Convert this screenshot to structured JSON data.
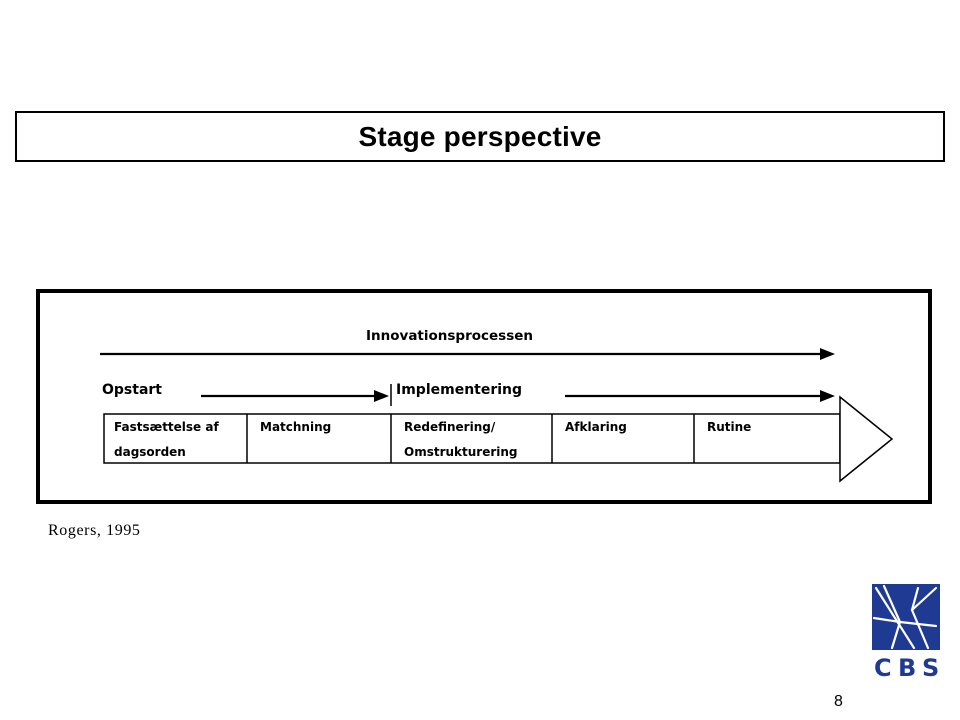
{
  "slide": {
    "title": "Stage perspective",
    "citation": "Rogers, 1995",
    "page_number": "8"
  },
  "diagram": {
    "process_label": "Innovationsprocessen",
    "phases": [
      {
        "label": "Opstart"
      },
      {
        "label": "Implementering"
      }
    ],
    "stages": [
      {
        "lines": [
          "Fastsættelse af",
          "dagsorden"
        ]
      },
      {
        "lines": [
          "Matchning"
        ]
      },
      {
        "lines": [
          "Redefinering/",
          "Omstrukturering"
        ]
      },
      {
        "lines": [
          "Afklaring"
        ]
      },
      {
        "lines": [
          "Rutine"
        ]
      }
    ]
  },
  "logo": {
    "text": "CBS",
    "letters": [
      "C",
      "B",
      "S"
    ],
    "color": "#1f3a93",
    "text_color": "#1f3a93"
  },
  "colors": {
    "line": "#000000",
    "background": "#ffffff"
  }
}
